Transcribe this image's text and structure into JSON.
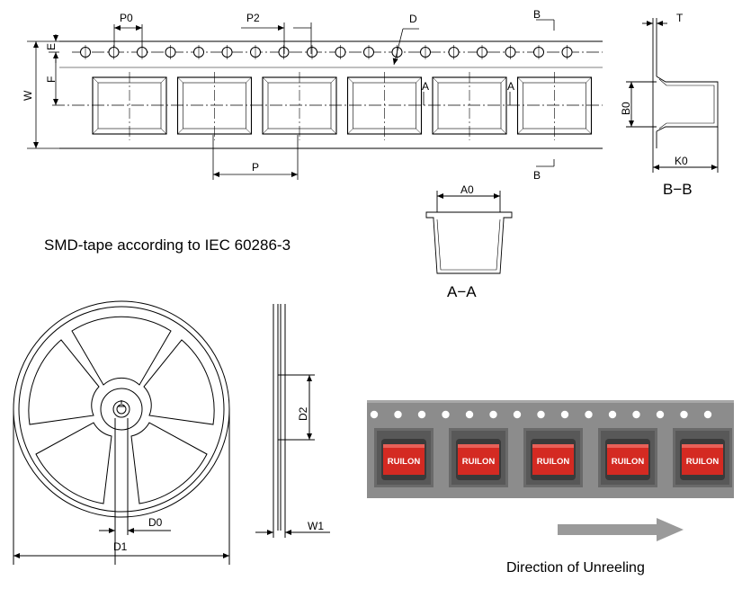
{
  "tape_caption": "SMD-tape according to IEC 60286-3",
  "unreel_caption": "Direction of Unreeling",
  "component_marking": "RUILON",
  "dimension_labels": {
    "p0": "P0",
    "p2": "P2",
    "d": "D",
    "p": "P",
    "e": "E",
    "f": "F",
    "w": "W",
    "a": "A",
    "b": "B",
    "t": "T",
    "b0": "B0",
    "k0": "K0",
    "a0": "A0",
    "d2": "D2",
    "d0": "D0",
    "d1": "D1",
    "w1": "W1"
  },
  "section_labels": {
    "bb": "B−B",
    "aa": "A−A"
  },
  "colors": {
    "line": "#000000",
    "tape_photo": "#8c8c8c",
    "pocket": "#707070",
    "component_red": "#d42a22",
    "component_cap": "#3a3a3a",
    "arrow": "#9a9a9a"
  }
}
